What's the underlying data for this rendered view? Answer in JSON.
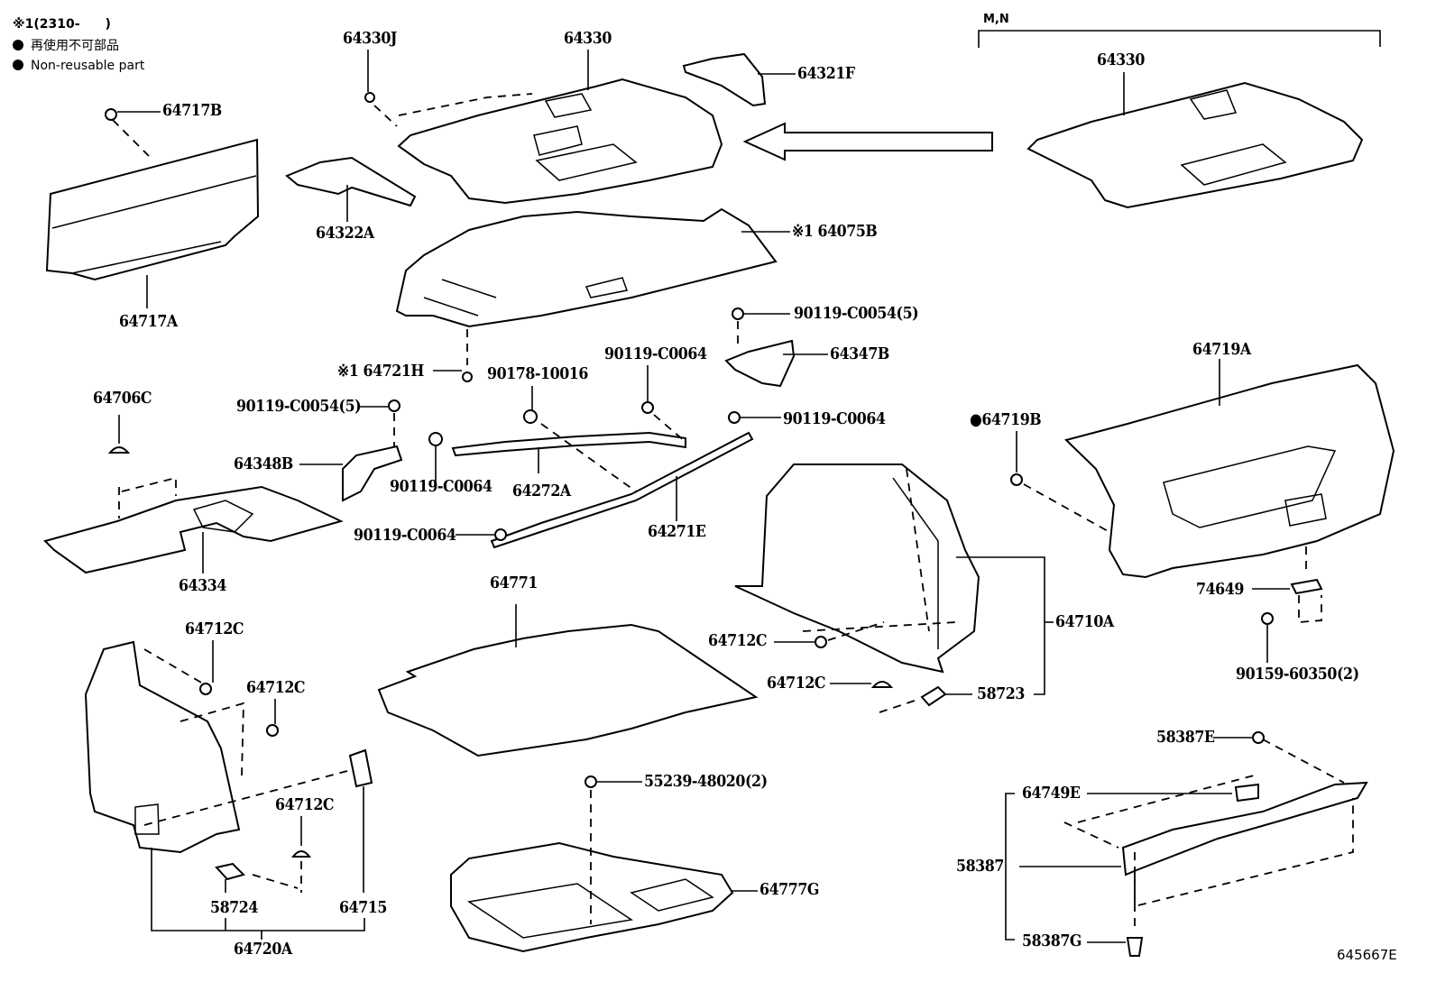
{
  "legend": {
    "note_code": "※1(2310-　　)",
    "nonreusable_jp": "再使用不可部品",
    "nonreusable_en": "Non-reusable part"
  },
  "variant_bracket_label": "M,N",
  "illustration_number": "645667E",
  "parts": [
    {
      "id": "p64330J",
      "label": "64330J"
    },
    {
      "id": "p64330",
      "label": "64330"
    },
    {
      "id": "p64321F",
      "label": "64321F"
    },
    {
      "id": "p64330-mn",
      "label": "64330"
    },
    {
      "id": "p64717B",
      "label": "64717B"
    },
    {
      "id": "p64717A",
      "label": "64717A"
    },
    {
      "id": "p64322A",
      "label": "64322A"
    },
    {
      "id": "p64075B",
      "label": "※1 64075B"
    },
    {
      "id": "p90119-C0054-a",
      "label": "90119-C0054(5)"
    },
    {
      "id": "p64347B",
      "label": "64347B"
    },
    {
      "id": "p64721H",
      "label": "※1 64721H"
    },
    {
      "id": "p90178-10016",
      "label": "90178-10016"
    },
    {
      "id": "p90119-C0064-a",
      "label": "90119-C0064"
    },
    {
      "id": "p90119-C0064-b",
      "label": "90119-C0064"
    },
    {
      "id": "p64719A",
      "label": "64719A"
    },
    {
      "id": "p64706C",
      "label": "64706C"
    },
    {
      "id": "p90119-C0054-b",
      "label": "90119-C0054(5)"
    },
    {
      "id": "p64719B",
      "label": "●64719B"
    },
    {
      "id": "p64348B",
      "label": "64348B"
    },
    {
      "id": "p90119-C0064-c",
      "label": "90119-C0064"
    },
    {
      "id": "p64272A",
      "label": "64272A"
    },
    {
      "id": "p64271E",
      "label": "64271E"
    },
    {
      "id": "p90119-C0064-d",
      "label": "90119-C0064"
    },
    {
      "id": "p64334",
      "label": "64334"
    },
    {
      "id": "p64771",
      "label": "64771"
    },
    {
      "id": "p74649",
      "label": "74649"
    },
    {
      "id": "p64710A",
      "label": "64710A"
    },
    {
      "id": "p64712C-a",
      "label": "64712C"
    },
    {
      "id": "p64712C-b",
      "label": "64712C"
    },
    {
      "id": "p64712C-c",
      "label": "64712C"
    },
    {
      "id": "p64712C-d",
      "label": "64712C"
    },
    {
      "id": "p64712C-e",
      "label": "64712C"
    },
    {
      "id": "p58723",
      "label": "58723"
    },
    {
      "id": "p90159-60350",
      "label": "90159-60350(2)"
    },
    {
      "id": "p58387E",
      "label": "58387E"
    },
    {
      "id": "p55239-48020",
      "label": "55239-48020(2)"
    },
    {
      "id": "p64749E",
      "label": "64749E"
    },
    {
      "id": "p58387",
      "label": "58387"
    },
    {
      "id": "p58724",
      "label": "58724"
    },
    {
      "id": "p64715",
      "label": "64715"
    },
    {
      "id": "p64777G",
      "label": "64777G"
    },
    {
      "id": "p58387G",
      "label": "58387G"
    },
    {
      "id": "p64720A",
      "label": "64720A"
    }
  ]
}
